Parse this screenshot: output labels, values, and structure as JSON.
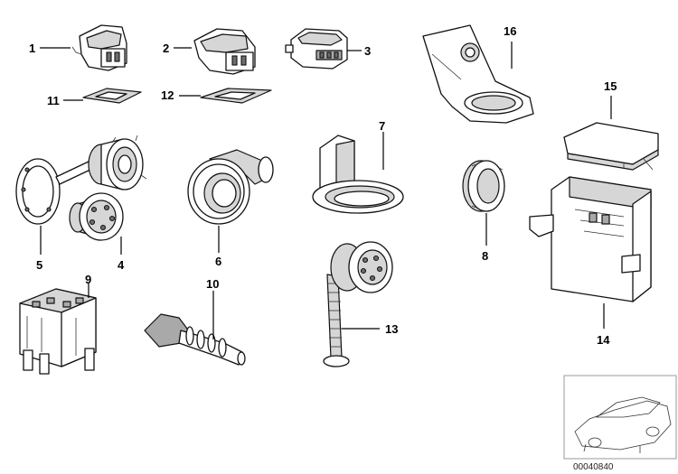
{
  "diagram": {
    "reference_code": "00040840",
    "parts": [
      {
        "number": "1",
        "icon": "connector-housing-2pin"
      },
      {
        "number": "2",
        "icon": "connector-housing-2pin"
      },
      {
        "number": "3",
        "icon": "connector-housing-3pin"
      },
      {
        "number": "4",
        "icon": "round-plug-insert"
      },
      {
        "number": "5",
        "icon": "sealing-ring-with-strap"
      },
      {
        "number": "6",
        "icon": "rubber-boot"
      },
      {
        "number": "7",
        "icon": "holder-bracket"
      },
      {
        "number": "8",
        "icon": "union-nut"
      },
      {
        "number": "9",
        "icon": "relay-socket"
      },
      {
        "number": "10",
        "icon": "cable-grommet"
      },
      {
        "number": "11",
        "icon": "seal-gasket"
      },
      {
        "number": "12",
        "icon": "seal-gasket"
      },
      {
        "number": "13",
        "icon": "round-connector-with-corrugated-tube"
      },
      {
        "number": "14",
        "icon": "box-housing"
      },
      {
        "number": "15",
        "icon": "box-cover"
      },
      {
        "number": "16",
        "icon": "mounting-bracket"
      }
    ],
    "thumbnail": {
      "icon": "car-outline-thumbnail"
    }
  }
}
